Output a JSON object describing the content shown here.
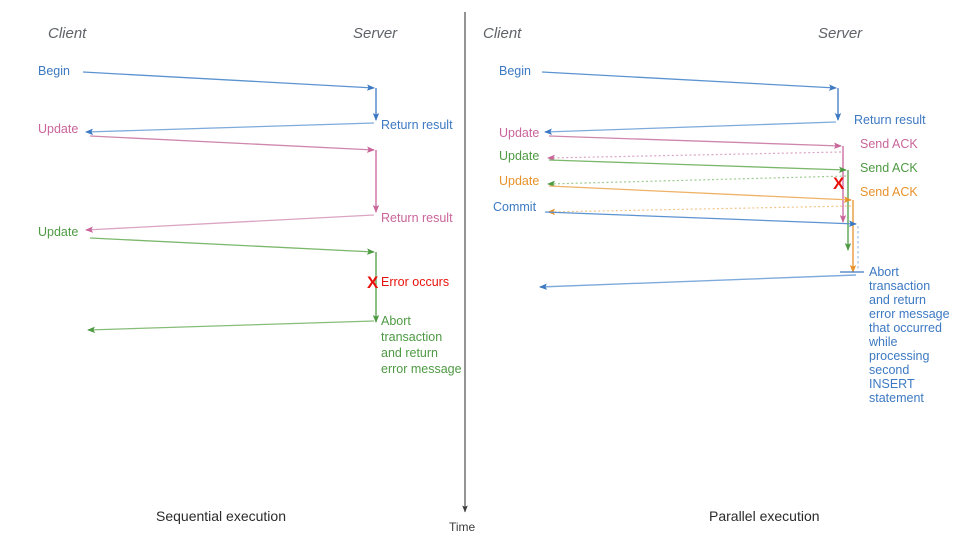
{
  "colors": {
    "blue": "#3d79c2",
    "blue_light": "#9dc0e8",
    "pink": "#c9659a",
    "pink_light": "#e0a8c6",
    "green": "#4e9a43",
    "green_light": "#9ccb8f",
    "orange": "#e8922b",
    "orange_light": "#f3c58a",
    "red": "#e8120c",
    "gray": "#5f6368",
    "axis": "#3c3c3c"
  },
  "left_panel": {
    "caption": "Sequential execution",
    "lanes": {
      "client": "Client",
      "server": "Server"
    },
    "client_labels": [
      {
        "text": "Begin",
        "color": "blue"
      },
      {
        "text": "Update",
        "color": "pink"
      },
      {
        "text": "Update",
        "color": "green"
      }
    ],
    "server_labels": [
      {
        "text": "Return result",
        "color": "blue"
      },
      {
        "text": "Return result",
        "color": "pink"
      },
      {
        "text": "Error occurs",
        "color": "red"
      }
    ],
    "error_marker": "X",
    "abort_note": [
      "Abort",
      "transaction",
      "and return",
      "error message"
    ]
  },
  "right_panel": {
    "caption": "Parallel execution",
    "lanes": {
      "client": "Client",
      "server": "Server"
    },
    "client_labels": [
      {
        "text": "Begin",
        "color": "blue"
      },
      {
        "text": "Update",
        "color": "pink"
      },
      {
        "text": "Update",
        "color": "green"
      },
      {
        "text": "Update",
        "color": "orange"
      },
      {
        "text": "Commit",
        "color": "blue"
      }
    ],
    "server_labels": [
      {
        "text": "Return result",
        "color": "blue"
      },
      {
        "text": "Send ACK",
        "color": "pink"
      },
      {
        "text": "Send ACK",
        "color": "green"
      },
      {
        "text": "Send ACK",
        "color": "orange"
      }
    ],
    "error_marker": "X",
    "abort_note": [
      "Abort",
      "transaction",
      "and return",
      "error message",
      "that occurred",
      "while",
      "processing",
      "second",
      "INSERT",
      "statement"
    ]
  },
  "time_axis": {
    "label": "Time"
  }
}
